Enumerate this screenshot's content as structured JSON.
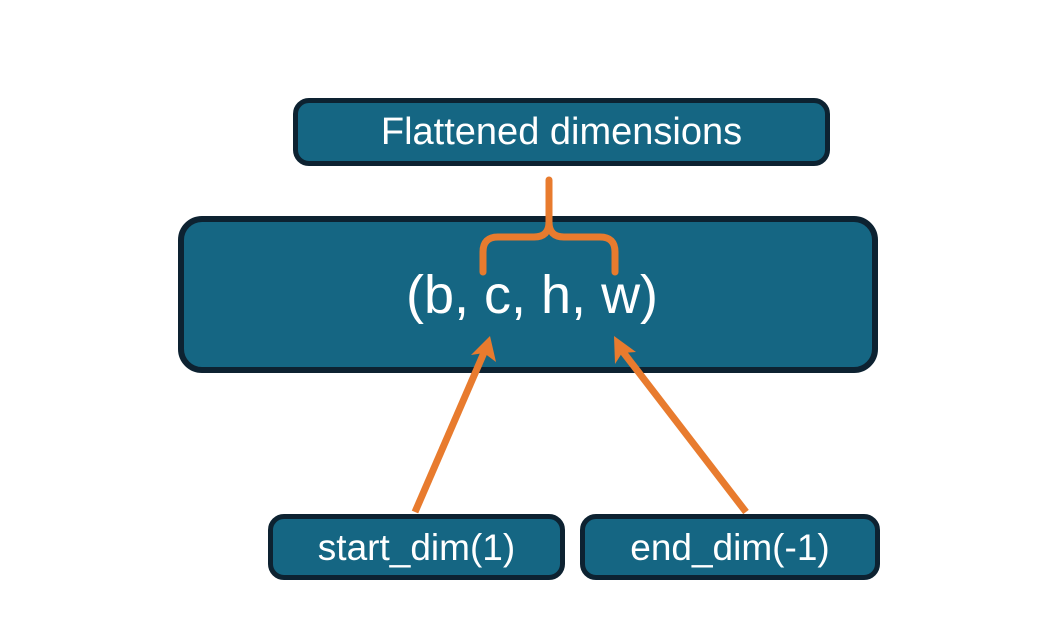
{
  "diagram": {
    "title_node": {
      "label": "Flattened dimensions"
    },
    "shape_node": {
      "label": "(b, c, h, w)"
    },
    "start_node": {
      "label": "start_dim(1)"
    },
    "end_node": {
      "label": "end_dim(-1)"
    },
    "connectors": {
      "brace_name": "flattened-range-brace",
      "left_arrow_name": "start-dim-arrow",
      "right_arrow_name": "end-dim-arrow"
    },
    "colors": {
      "node_fill": "#156683",
      "node_border": "#0d2231",
      "node_text": "#ffffff",
      "connector": "#E87B2E",
      "background": "#ffffff"
    }
  }
}
